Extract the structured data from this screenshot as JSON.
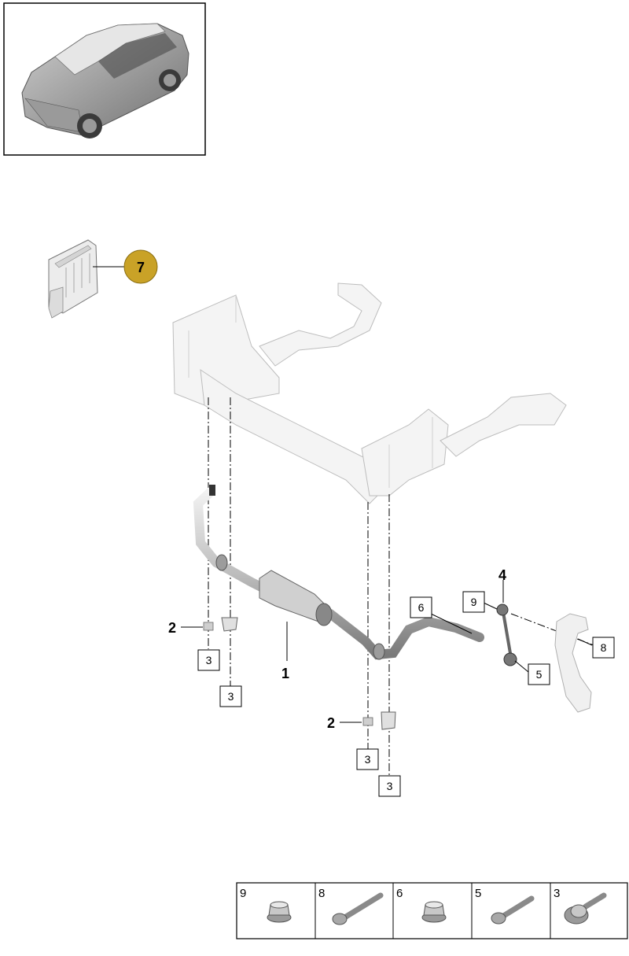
{
  "callouts": {
    "control_unit": "7",
    "stabilizer_bar": "1",
    "mount_left": "2",
    "mount_right": "2",
    "clamp_a": "3",
    "clamp_b": "3",
    "clamp_c": "3",
    "clamp_d": "3",
    "coupling_rod": "4",
    "bolt_lower": "5",
    "nut_bar": "6",
    "bolt_knuckle": "8",
    "nut_top": "9"
  },
  "legend": [
    {
      "number": "9",
      "icon": "hex-flange-nut-icon"
    },
    {
      "number": "8",
      "icon": "long-bolt-icon"
    },
    {
      "number": "6",
      "icon": "hex-flange-nut-icon"
    },
    {
      "number": "5",
      "icon": "short-bolt-icon"
    },
    {
      "number": "3",
      "icon": "flange-bolt-icon"
    }
  ],
  "colors": {
    "badge_fill": "#c9a227",
    "part_fill": "#e9e9e9",
    "part_stroke": "#8c8c8c",
    "frame": "#000000"
  }
}
